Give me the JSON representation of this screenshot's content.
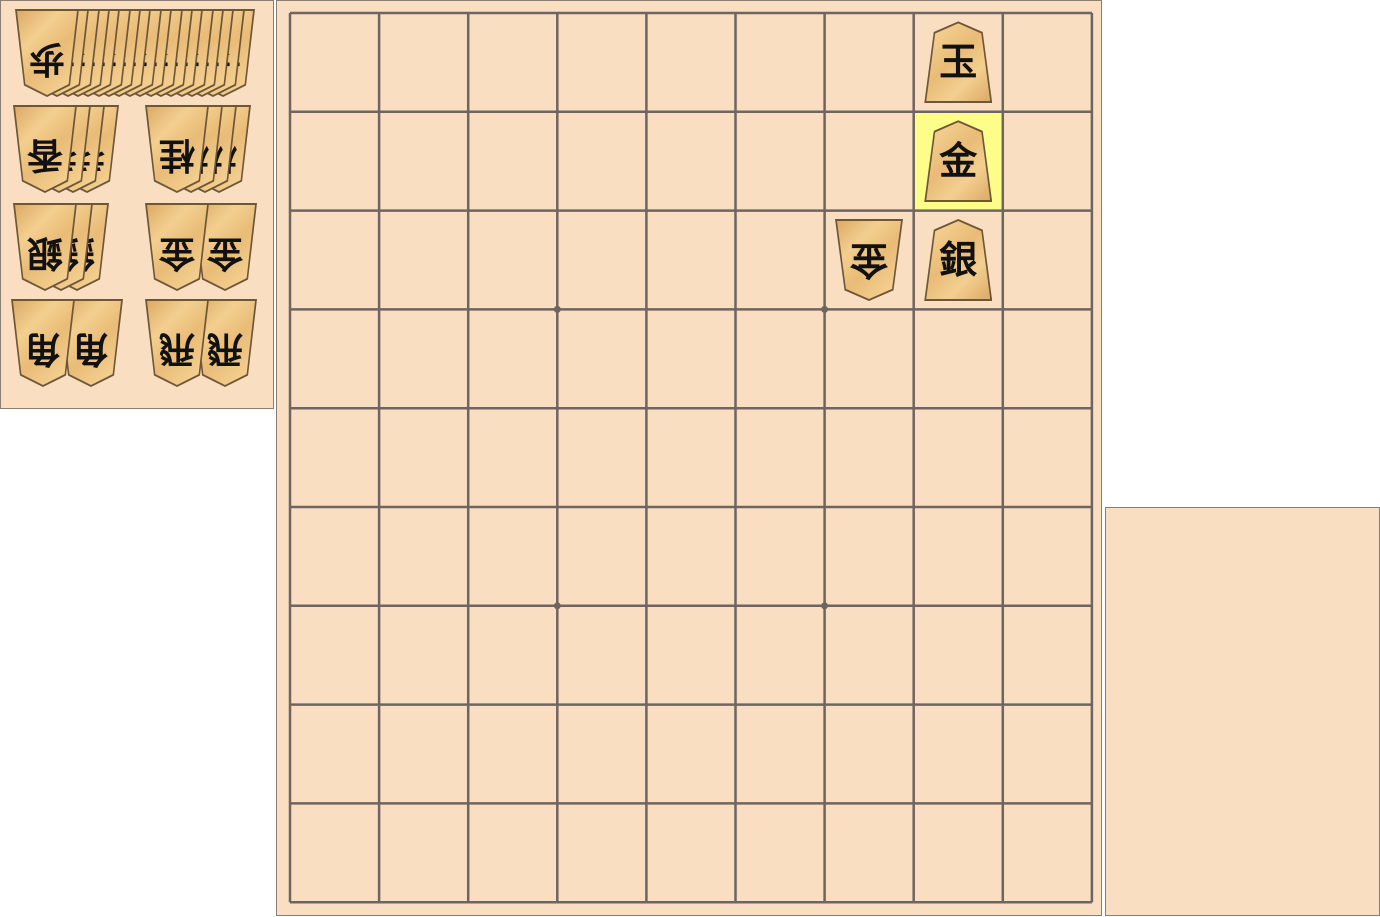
{
  "colors": {
    "board": "#f9dec1",
    "grid": "#6e6461",
    "highlight": "#fdfd8a",
    "piece_wood": "#eec27f",
    "ink": "#111111"
  },
  "board": {
    "files": 9,
    "ranks": 9,
    "highlighted_square": {
      "file": 2,
      "rank": 2
    },
    "star_points": [
      [
        6,
        3
      ],
      [
        3,
        3
      ],
      [
        6,
        6
      ],
      [
        3,
        6
      ]
    ],
    "pieces": [
      {
        "name": "gote-king-piece",
        "glyph": "玉",
        "owner": "sente",
        "file": 2,
        "rank": 1
      },
      {
        "name": "gold-piece",
        "glyph": "金",
        "owner": "sente",
        "file": 2,
        "rank": 2
      },
      {
        "name": "gote-gold-piece",
        "glyph": "金",
        "owner": "gote",
        "file": 3,
        "rank": 3
      },
      {
        "name": "silver-piece",
        "glyph": "銀",
        "owner": "sente",
        "file": 2,
        "rank": 3
      }
    ]
  },
  "gote_hand": [
    {
      "name": "hand-pawn",
      "glyph": "歩",
      "count": 18
    },
    {
      "name": "hand-lance",
      "glyph": "香",
      "count": 4
    },
    {
      "name": "hand-knight",
      "glyph": "桂",
      "count": 4
    },
    {
      "name": "hand-silver",
      "glyph": "銀",
      "count": 3
    },
    {
      "name": "hand-gold",
      "glyph": "金",
      "count": 2
    },
    {
      "name": "hand-bishop",
      "glyph": "角",
      "count": 2
    },
    {
      "name": "hand-rook",
      "glyph": "飛",
      "count": 2
    }
  ],
  "sente_hand": []
}
